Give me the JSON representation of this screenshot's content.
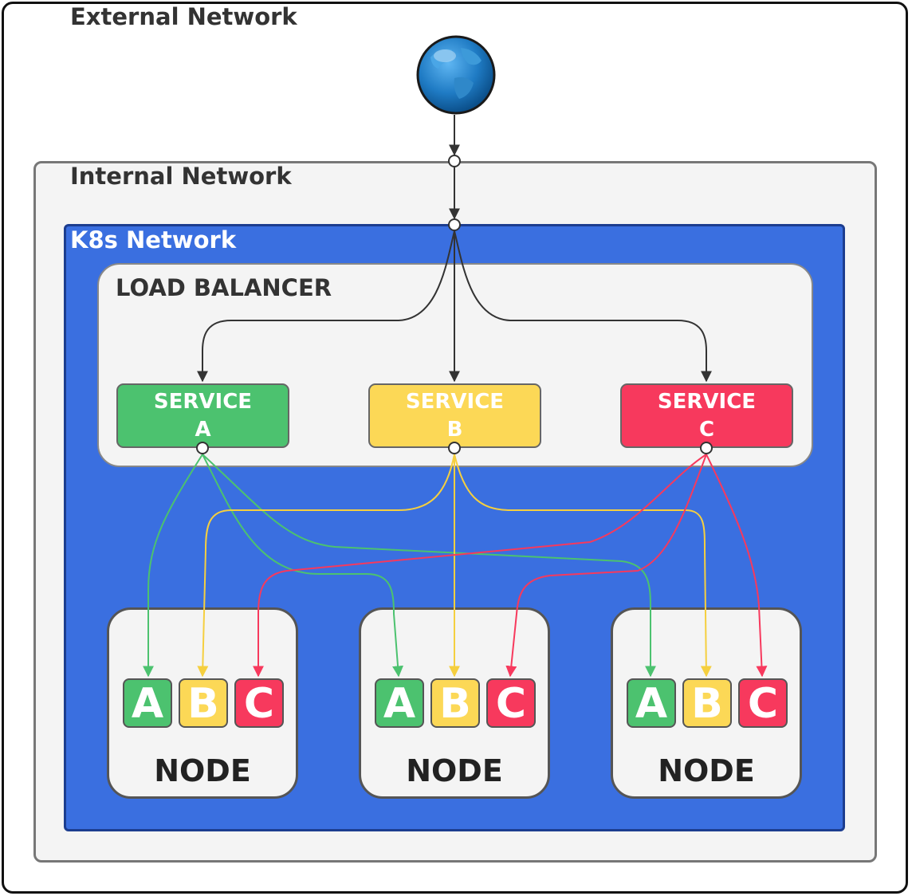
{
  "labels": {
    "external": "External Network",
    "internal": "Internal Network",
    "k8s": "K8s Network",
    "load_balancer": "LOAD BALANCER"
  },
  "services": [
    {
      "line1": "SERVICE",
      "line2": "A",
      "color": "#4cc26f"
    },
    {
      "line1": "SERVICE",
      "line2": "B",
      "color": "#fcd856"
    },
    {
      "line1": "SERVICE",
      "line2": "C",
      "color": "#f7395d"
    }
  ],
  "nodes": [
    {
      "label": "NODE",
      "pods": [
        "A",
        "B",
        "C"
      ]
    },
    {
      "label": "NODE",
      "pods": [
        "A",
        "B",
        "C"
      ]
    },
    {
      "label": "NODE",
      "pods": [
        "A",
        "B",
        "C"
      ]
    }
  ],
  "colors": {
    "A": "#4cc26f",
    "B": "#fcd856",
    "C": "#f7395d",
    "k8s": "#3a6fe0",
    "edge": "#333333"
  },
  "icons": {
    "internet": "globe-icon"
  }
}
